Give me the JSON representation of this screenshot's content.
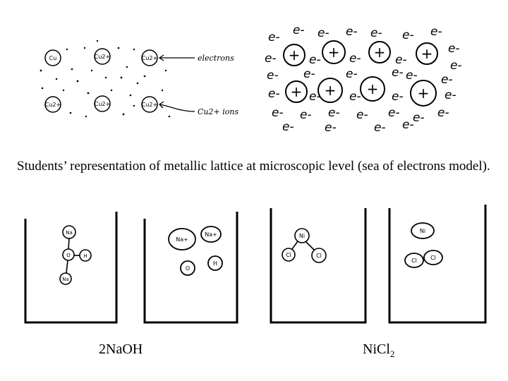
{
  "top_left_sketch": {
    "ions": [
      {
        "label": "Cu"
      },
      {
        "label": "Cu2+"
      },
      {
        "label": "Cu2+"
      },
      {
        "label": "Cu2+"
      },
      {
        "label": "Cu2+"
      },
      {
        "label": "Cu2+"
      }
    ],
    "annotations": {
      "electrons": "electrons",
      "ions": "Cu2+ ions"
    }
  },
  "top_right_sketch": {
    "cation_symbol": "+",
    "electron_symbol": "e-"
  },
  "caption": "Students’ representation of metallic lattice at microscopic level (sea of electrons model).",
  "beaker_sketches": {
    "naoh_molecule": {
      "atoms": [
        "Na",
        "O",
        "H",
        "Na"
      ]
    },
    "naoh_ions": {
      "atoms": [
        "Na+",
        "Na+",
        "O",
        "H"
      ]
    },
    "nicl2_molecule": {
      "atoms": [
        "Ni",
        "Cl",
        "Cl"
      ]
    },
    "nicl2_ions": {
      "atoms": [
        "Ni",
        "Cl",
        "Cl"
      ]
    }
  },
  "labels": {
    "naoh": "2NaOH",
    "nicl2_main": "NiCl",
    "nicl2_sub": "2"
  }
}
